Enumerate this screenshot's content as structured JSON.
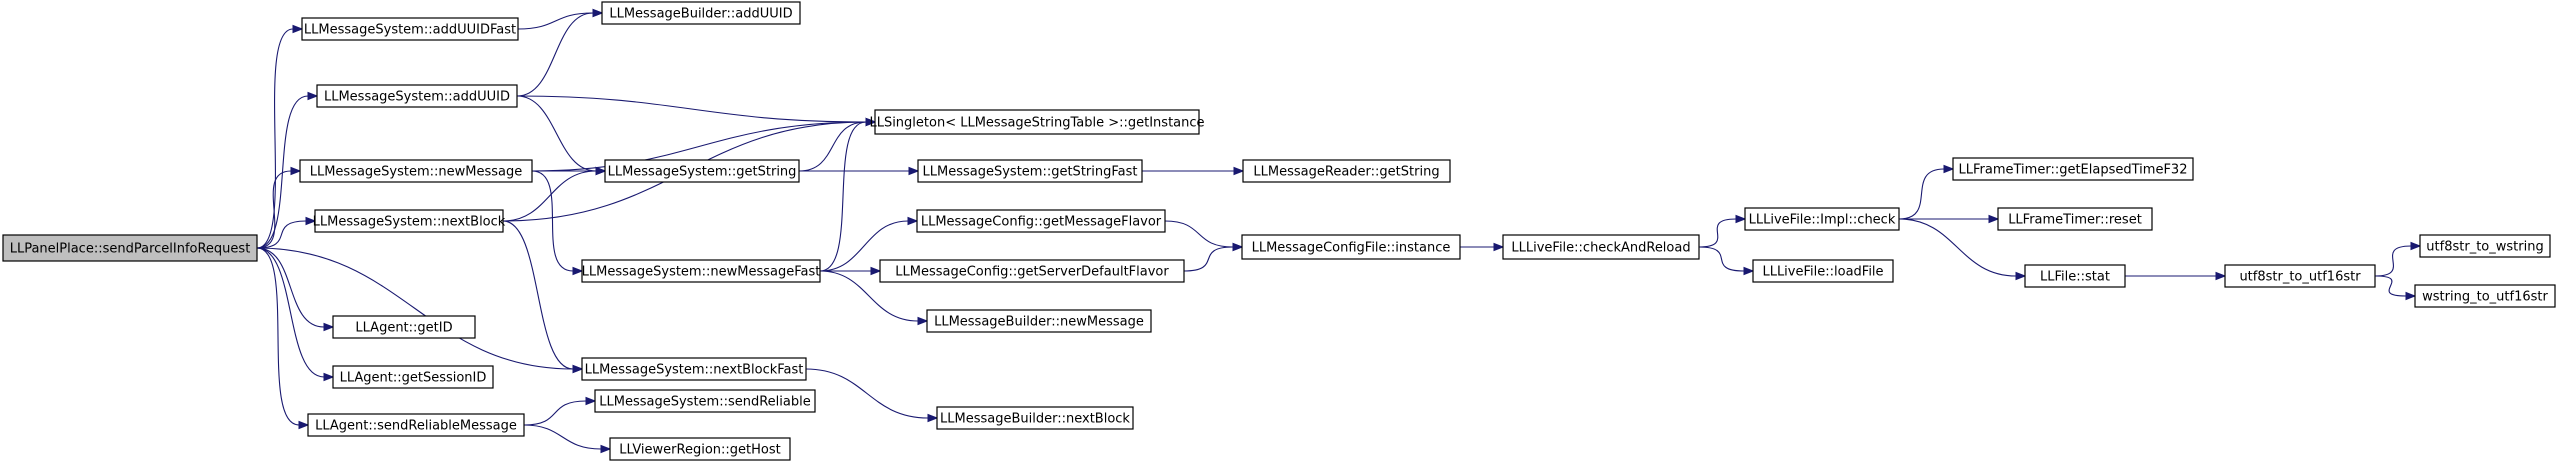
{
  "colors": {
    "edge": "#191970",
    "root_fill": "#bfbfbf",
    "node_fill": "#ffffff",
    "node_border": "#000000"
  },
  "nodes": [
    {
      "id": "n0",
      "label": "LLPanelPlace::sendParcelInfoRequest",
      "root": true
    },
    {
      "id": "n1",
      "label": "LLMessageSystem::addUUIDFast"
    },
    {
      "id": "n2",
      "label": "LLMessageBuilder::addUUID"
    },
    {
      "id": "n3",
      "label": "LLMessageSystem::addUUID"
    },
    {
      "id": "n4",
      "label": "LLSingleton< LLMessageStringTable >::getInstance"
    },
    {
      "id": "n5",
      "label": "LLMessageSystem::newMessage"
    },
    {
      "id": "n6",
      "label": "LLMessageSystem::getString"
    },
    {
      "id": "n7",
      "label": "LLMessageSystem::getStringFast"
    },
    {
      "id": "n8",
      "label": "LLMessageReader::getString"
    },
    {
      "id": "n9",
      "label": "LLMessageSystem::nextBlock"
    },
    {
      "id": "n10",
      "label": "LLMessageConfig::getMessageFlavor"
    },
    {
      "id": "n11",
      "label": "LLMessageSystem::newMessageFast"
    },
    {
      "id": "n12",
      "label": "LLMessageConfig::getServerDefaultFlavor"
    },
    {
      "id": "n13",
      "label": "LLMessageConfigFile::instance"
    },
    {
      "id": "n14",
      "label": "LLLiveFile::checkAndReload"
    },
    {
      "id": "n15",
      "label": "LLLiveFile::Impl::check"
    },
    {
      "id": "n16",
      "label": "LLFrameTimer::getElapsedTimeF32"
    },
    {
      "id": "n17",
      "label": "LLFrameTimer::reset"
    },
    {
      "id": "n18",
      "label": "LLLiveFile::loadFile"
    },
    {
      "id": "n19",
      "label": "LLFile::stat"
    },
    {
      "id": "n20",
      "label": "utf8str_to_utf16str"
    },
    {
      "id": "n21",
      "label": "utf8str_to_wstring"
    },
    {
      "id": "n22",
      "label": "wstring_to_utf16str"
    },
    {
      "id": "n23",
      "label": "LLMessageBuilder::newMessage"
    },
    {
      "id": "n24",
      "label": "LLAgent::getID"
    },
    {
      "id": "n25",
      "label": "LLMessageSystem::nextBlockFast"
    },
    {
      "id": "n26",
      "label": "LLMessageBuilder::nextBlock"
    },
    {
      "id": "n27",
      "label": "LLAgent::getSessionID"
    },
    {
      "id": "n28",
      "label": "LLMessageSystem::sendReliable"
    },
    {
      "id": "n29",
      "label": "LLAgent::sendReliableMessage"
    },
    {
      "id": "n30",
      "label": "LLViewerRegion::getHost"
    }
  ],
  "edges": [
    [
      "n0",
      "n1"
    ],
    [
      "n0",
      "n3"
    ],
    [
      "n0",
      "n5"
    ],
    [
      "n0",
      "n9"
    ],
    [
      "n0",
      "n24"
    ],
    [
      "n0",
      "n25"
    ],
    [
      "n0",
      "n27"
    ],
    [
      "n0",
      "n29"
    ],
    [
      "n1",
      "n2"
    ],
    [
      "n3",
      "n2"
    ],
    [
      "n3",
      "n4"
    ],
    [
      "n3",
      "n6"
    ],
    [
      "n5",
      "n4"
    ],
    [
      "n5",
      "n6"
    ],
    [
      "n5",
      "n11"
    ],
    [
      "n6",
      "n4"
    ],
    [
      "n6",
      "n7"
    ],
    [
      "n7",
      "n8"
    ],
    [
      "n9",
      "n4"
    ],
    [
      "n9",
      "n6"
    ],
    [
      "n9",
      "n25"
    ],
    [
      "n11",
      "n4"
    ],
    [
      "n11",
      "n10"
    ],
    [
      "n11",
      "n12"
    ],
    [
      "n11",
      "n23"
    ],
    [
      "n10",
      "n13"
    ],
    [
      "n12",
      "n13"
    ],
    [
      "n13",
      "n14"
    ],
    [
      "n14",
      "n15"
    ],
    [
      "n14",
      "n18"
    ],
    [
      "n15",
      "n16"
    ],
    [
      "n15",
      "n17"
    ],
    [
      "n15",
      "n19"
    ],
    [
      "n19",
      "n20"
    ],
    [
      "n20",
      "n21"
    ],
    [
      "n20",
      "n22"
    ],
    [
      "n25",
      "n26"
    ],
    [
      "n29",
      "n28"
    ],
    [
      "n29",
      "n30"
    ]
  ]
}
